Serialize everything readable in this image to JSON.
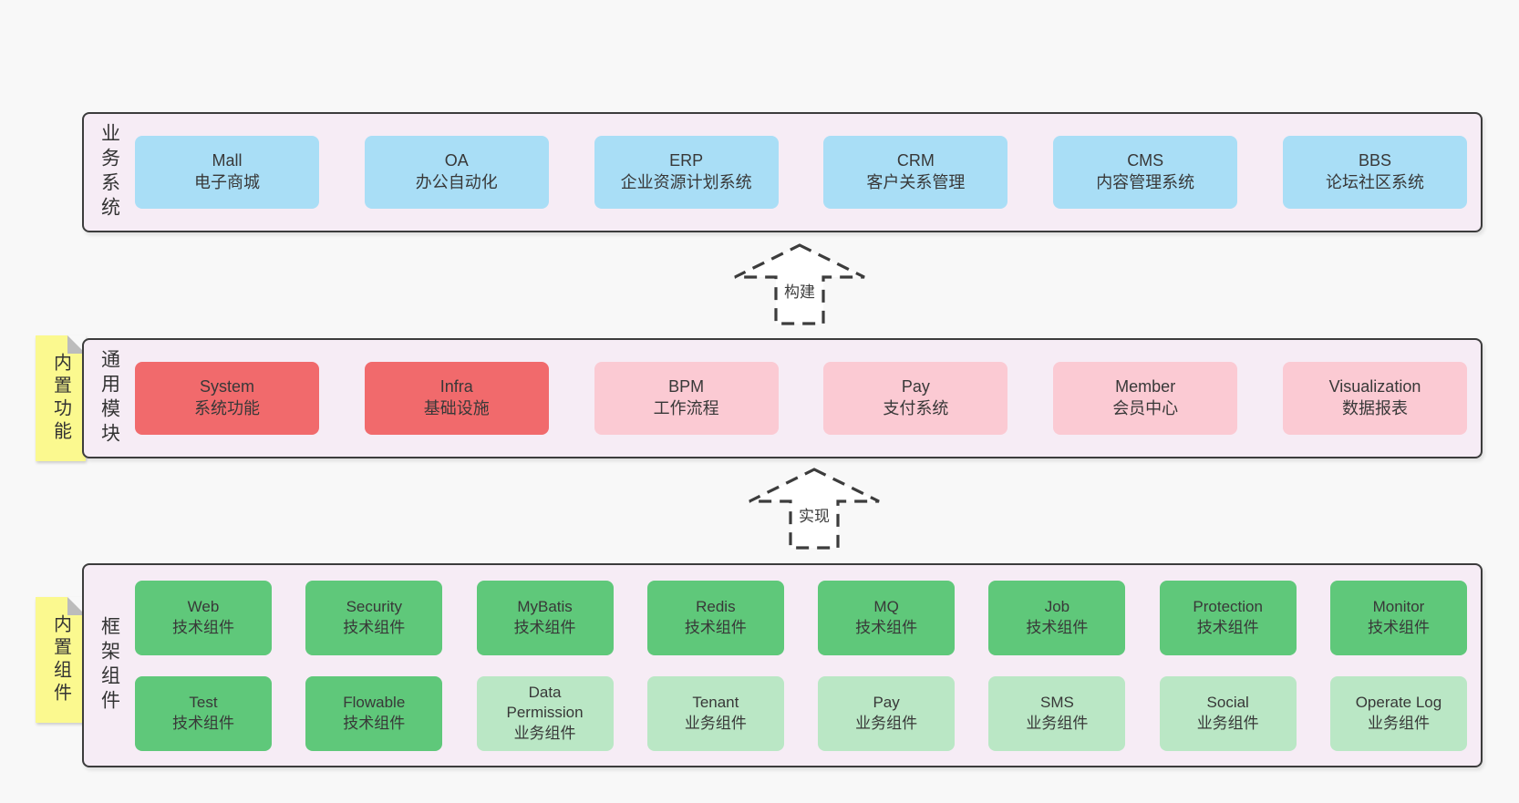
{
  "colors": {
    "page_background": "#f8f8f8",
    "layer_background": "#f6ecf5",
    "layer_border": "#3c3c3c",
    "box_blue": "#a9def6",
    "box_red": "#f16a6c",
    "box_pink": "#fbcad3",
    "box_green": "#5fc87a",
    "box_light_green": "#bae7c5",
    "sticky_yellow": "#fbf98f",
    "sticky_fold": "#bcbcbc",
    "text": "#383838"
  },
  "diagram": {
    "arrows": [
      {
        "label": "构建"
      },
      {
        "label": "实现"
      }
    ],
    "layers": [
      {
        "label": "业务系统",
        "boxes": [
          {
            "title": "Mall",
            "subtitle": "电子商城"
          },
          {
            "title": "OA",
            "subtitle": "办公自动化"
          },
          {
            "title": "ERP",
            "subtitle": "企业资源计划系统"
          },
          {
            "title": "CRM",
            "subtitle": "客户关系管理"
          },
          {
            "title": "CMS",
            "subtitle": "内容管理系统"
          },
          {
            "title": "BBS",
            "subtitle": "论坛社区系统"
          }
        ]
      },
      {
        "label": "通用模块",
        "note": "内置功能",
        "boxes": [
          {
            "title": "System",
            "subtitle": "系统功能"
          },
          {
            "title": "Infra",
            "subtitle": "基础设施"
          },
          {
            "title": "BPM",
            "subtitle": "工作流程"
          },
          {
            "title": "Pay",
            "subtitle": "支付系统"
          },
          {
            "title": "Member",
            "subtitle": "会员中心"
          },
          {
            "title": "Visualization",
            "subtitle": "数据报表"
          }
        ]
      },
      {
        "label": "框架组件",
        "note": "内置组件",
        "rows": [
          [
            {
              "title": "Web",
              "subtitle": "技术组件"
            },
            {
              "title": "Security",
              "subtitle": "技术组件"
            },
            {
              "title": "MyBatis",
              "subtitle": "技术组件"
            },
            {
              "title": "Redis",
              "subtitle": "技术组件"
            },
            {
              "title": "MQ",
              "subtitle": "技术组件"
            },
            {
              "title": "Job",
              "subtitle": "技术组件"
            },
            {
              "title": "Protection",
              "subtitle": "技术组件"
            },
            {
              "title": "Monitor",
              "subtitle": "技术组件"
            }
          ],
          [
            {
              "title": "Test",
              "subtitle": "技术组件"
            },
            {
              "title": "Flowable",
              "subtitle": "技术组件"
            },
            {
              "title": "Data Permission",
              "subtitle": "业务组件"
            },
            {
              "title": "Tenant",
              "subtitle": "业务组件"
            },
            {
              "title": "Pay",
              "subtitle": "业务组件"
            },
            {
              "title": "SMS",
              "subtitle": "业务组件"
            },
            {
              "title": "Social",
              "subtitle": "业务组件"
            },
            {
              "title": "Operate Log",
              "subtitle": "业务组件"
            }
          ]
        ]
      }
    ]
  }
}
